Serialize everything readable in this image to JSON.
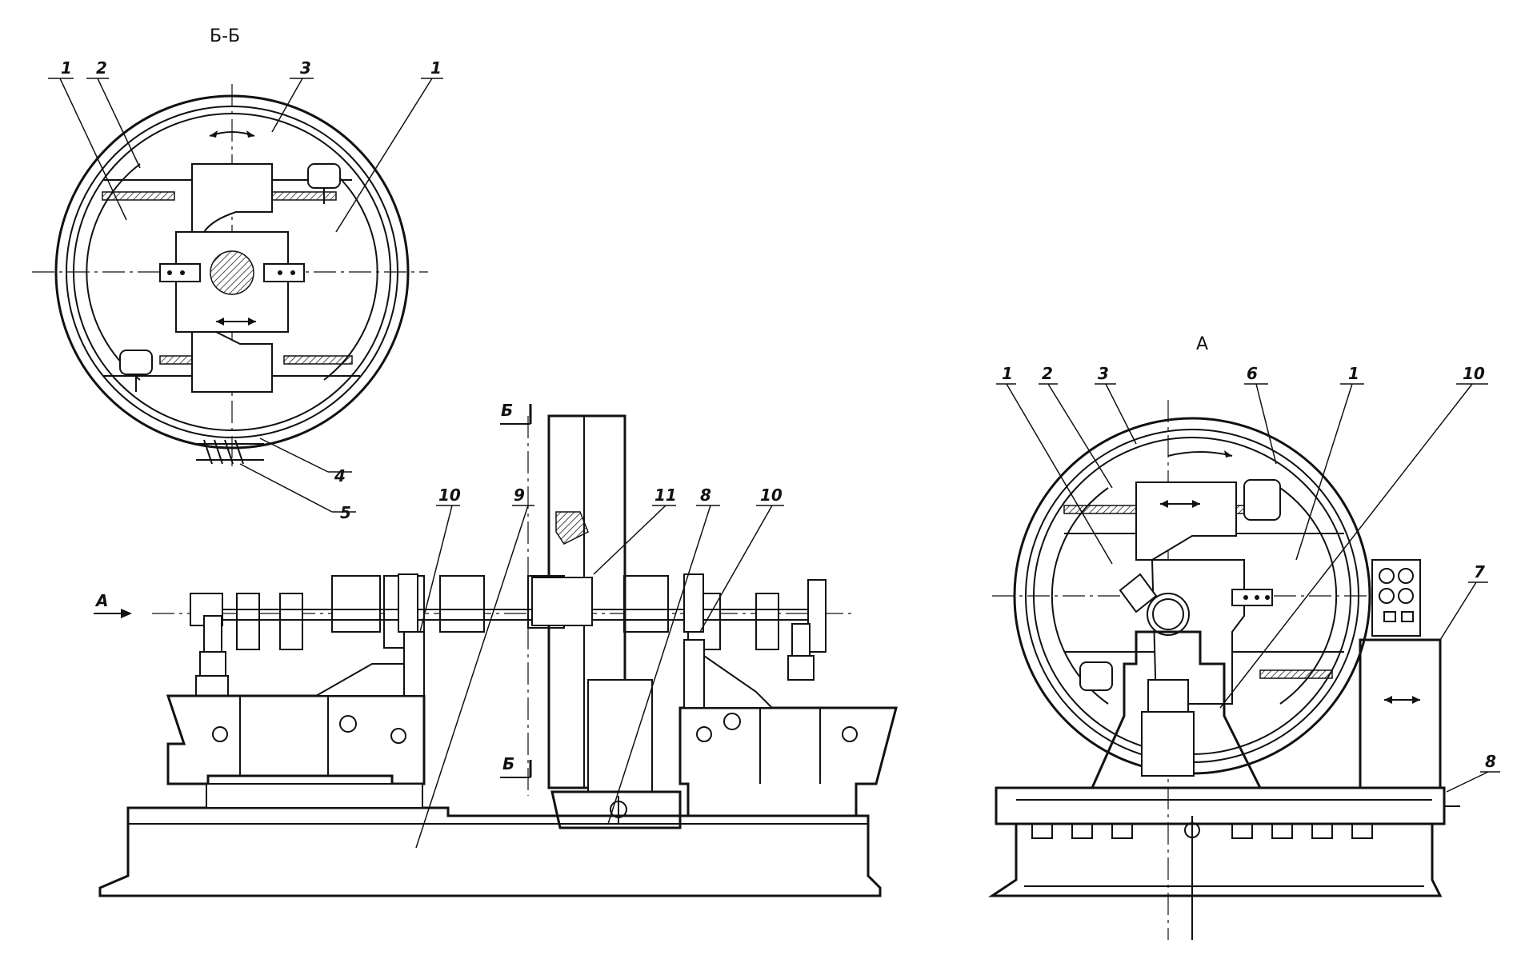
{
  "views": {
    "section_bb": {
      "title": "Б-Б"
    },
    "view_a": {
      "title": "А"
    }
  },
  "markers": {
    "section_top": "Б",
    "section_bottom": "Б",
    "view_arrow": "А"
  },
  "callouts": {
    "bb_1_left": "1",
    "bb_2": "2",
    "bb_3": "3",
    "bb_1_right": "1",
    "bb_4": "4",
    "bb_5": "5",
    "side_10_left": "10",
    "side_9": "9",
    "side_11": "11",
    "side_8": "8",
    "side_10_right": "10",
    "a_1_left": "1",
    "a_2": "2",
    "a_3": "3",
    "a_6": "6",
    "a_1_right": "1",
    "a_10": "10",
    "a_7": "7",
    "a_8": "8"
  }
}
